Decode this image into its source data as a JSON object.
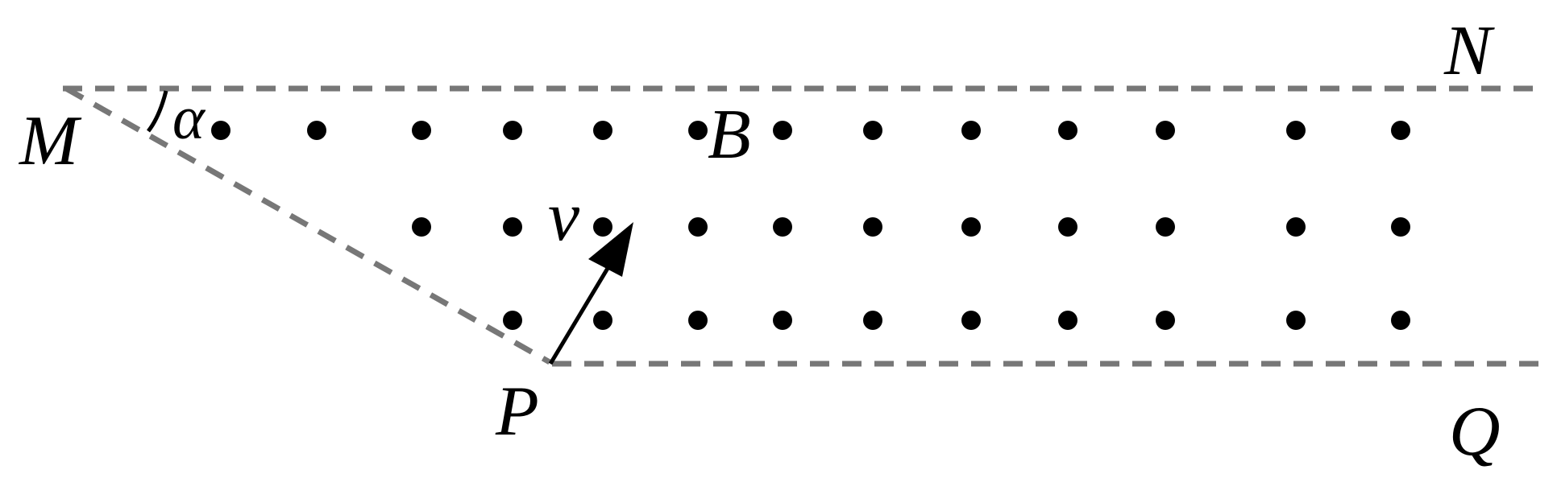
{
  "labels": {
    "M": "M",
    "N": "N",
    "P": "P",
    "Q": "Q",
    "B": "B",
    "v": "v",
    "alpha": "α"
  },
  "field": {
    "symbol": "dot",
    "direction": "out of page",
    "rows": 3
  },
  "colors": {
    "boundary": "#777777",
    "ink": "#000000"
  }
}
